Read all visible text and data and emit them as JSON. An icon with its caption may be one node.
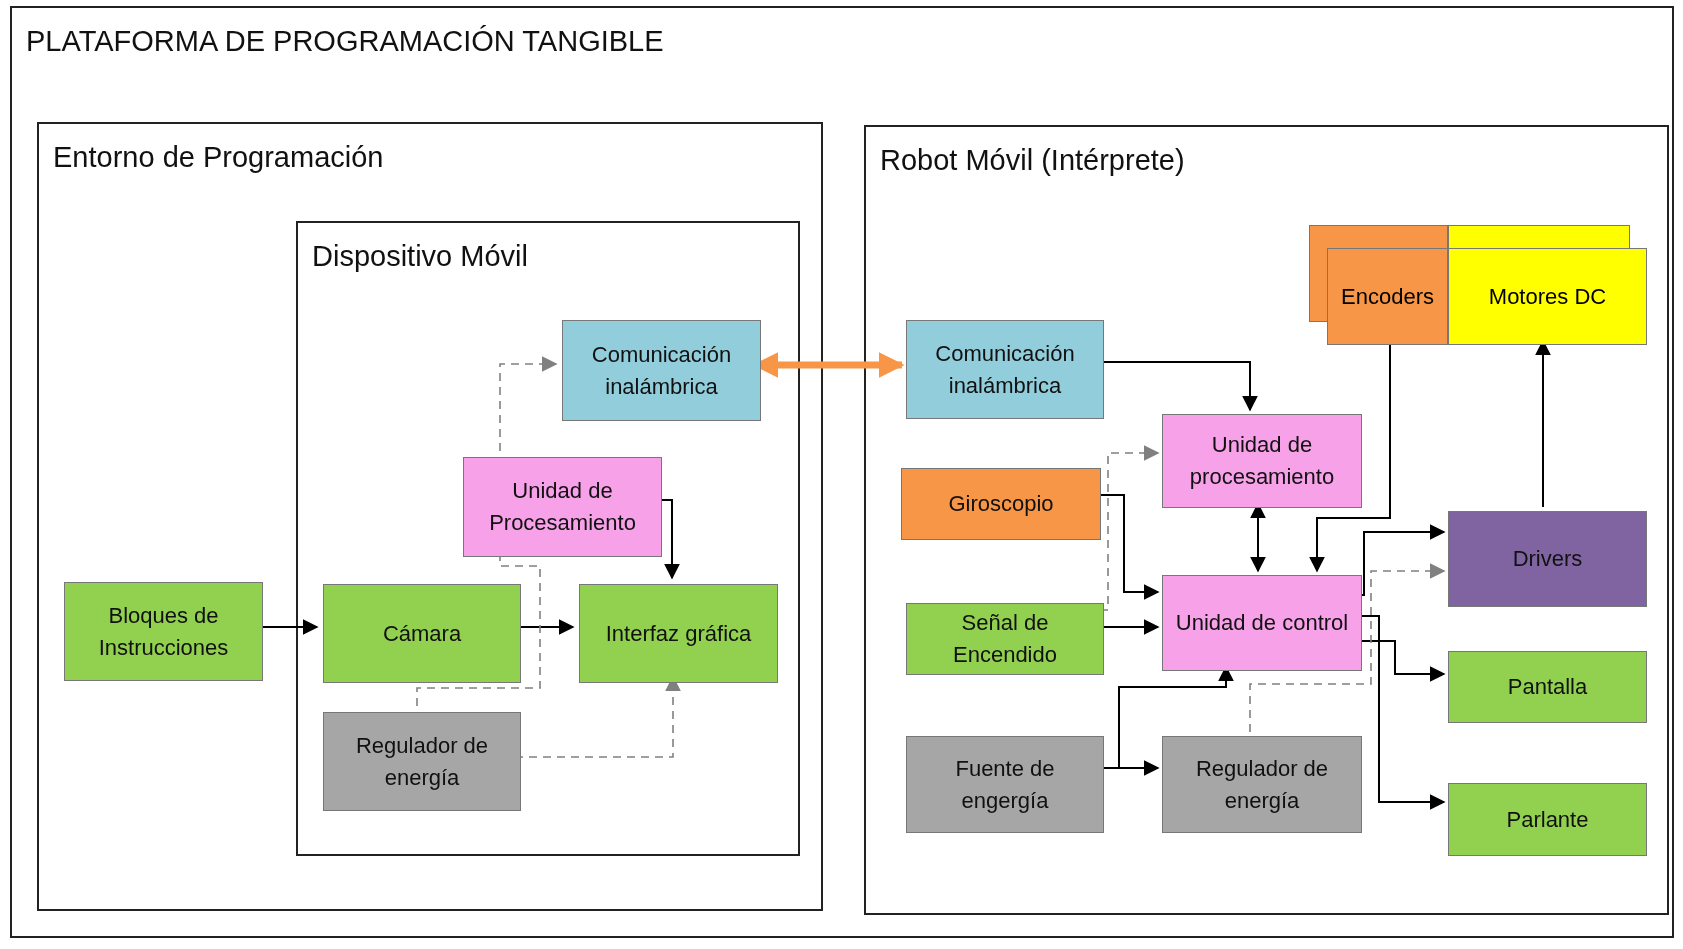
{
  "diagram": {
    "nodes": [
      {
        "text": [
          "PLATAFORMA DE PROGRAMACIÓN TANGIBLE"
        ]
      },
      {
        "text": [
          "Entorno de Programación"
        ],
        "in": 0
      },
      {
        "text": [
          "Dispositivo Móvil"
        ],
        "in": 1
      },
      {
        "text": [
          "Bloques de Instrucciones"
        ],
        "in": 1
      },
      {
        "text": [
          "Comunicación inalámbrica"
        ],
        "in": 2
      },
      {
        "text": [
          "Unidad de Procesamiento"
        ],
        "in": 2
      },
      {
        "text": [
          "Cámara"
        ],
        "in": 2
      },
      {
        "text": [
          "Interfaz gráfica"
        ],
        "in": 2
      },
      {
        "text": [
          "Regulador de energía"
        ],
        "in": 2
      },
      {
        "text": [
          "Robot Móvil (Intérprete)"
        ],
        "in": 0
      },
      {
        "text": [
          "Encoders"
        ],
        "in": 9
      },
      {
        "text": [
          "Motores DC"
        ],
        "in": 9
      },
      {
        "text": [
          "Comunicación inalámbrica"
        ],
        "in": 9
      },
      {
        "text": [
          "Unidad de procesamiento"
        ],
        "in": 9
      },
      {
        "text": [
          "Giroscopio"
        ],
        "in": 9
      },
      {
        "text": [
          "Drivers"
        ],
        "in": 9
      },
      {
        "text": [
          "Señal de Encendido"
        ],
        "in": 9
      },
      {
        "text": [
          "Unidad de control"
        ],
        "in": 9
      },
      {
        "text": [
          "Pantalla"
        ],
        "in": 9
      },
      {
        "text": [
          "Fuente de engergía"
        ],
        "in": 9
      },
      {
        "text": [
          "Regulador de energía"
        ],
        "in": 9
      },
      {
        "text": [
          "Parlante"
        ],
        "in": 9
      }
    ],
    "edges": [
      {
        "from": 3,
        "to": 6,
        "arrow": "to"
      },
      {
        "from": 6,
        "to": 7,
        "arrow": "to"
      },
      {
        "from": 5,
        "to": 7,
        "arrow": "to"
      },
      {
        "from": 8,
        "to": 5,
        "arrow": "none",
        "style": "dashed",
        "color": "#808080"
      },
      {
        "from": 5,
        "to": 4,
        "arrow": "to",
        "style": "dashed",
        "color": "#808080"
      },
      {
        "from": 8,
        "to": 7,
        "arrow": "to",
        "style": "dashed",
        "color": "#808080"
      },
      {
        "from": 4,
        "to": 12,
        "arrow": "both",
        "style": "thick",
        "color": "#f79646"
      },
      {
        "from": 12,
        "to": 13,
        "arrow": "to"
      },
      {
        "from": 13,
        "to": 17,
        "arrow": "both"
      },
      {
        "from": 14,
        "to": 17,
        "arrow": "to"
      },
      {
        "from": 16,
        "to": 17,
        "arrow": "to"
      },
      {
        "from": 16,
        "to": 13,
        "arrow": "to",
        "style": "dashed",
        "color": "#808080"
      },
      {
        "from": 10,
        "to": 17,
        "arrow": "to"
      },
      {
        "from": 17,
        "to": 15,
        "arrow": "to"
      },
      {
        "from": 17,
        "to": 21,
        "arrow": "to"
      },
      {
        "from": 17,
        "to": 18,
        "arrow": "to"
      },
      {
        "from": 20,
        "to": 15,
        "arrow": "to",
        "style": "dashed",
        "color": "#808080"
      },
      {
        "from": 19,
        "to": 20,
        "arrow": "to"
      },
      {
        "from": 19,
        "to": 17,
        "arrow": "to"
      },
      {
        "from": 15,
        "to": 11,
        "arrow": "to"
      }
    ]
  }
}
